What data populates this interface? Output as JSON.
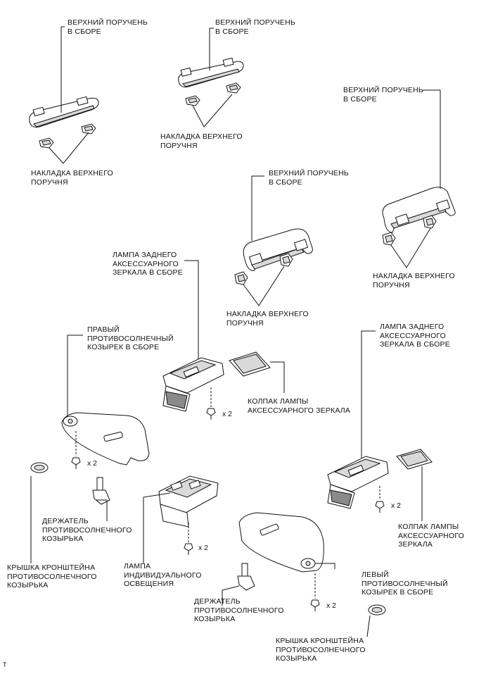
{
  "labels": {
    "grip_1": "ВЕРХНИЙ ПОРУЧЕНЬ\nВ СБОРЕ",
    "cover_1": "НАКЛАДКА ВЕРХНЕГО\nПОРУЧНЯ",
    "grip_2": "ВЕРХНИЙ ПОРУЧЕНЬ\nВ СБОРЕ",
    "cover_2": "НАКЛАДКА ВЕРХНЕГО\nПОРУЧНЯ",
    "grip_3": "ВЕРХНИЙ ПОРУЧЕНЬ\nВ СБОРЕ",
    "cover_3": "НАКЛАДКА ВЕРХНЕГО\nПОРУЧНЯ",
    "grip_4": "ВЕРХНИЙ ПОРУЧЕНЬ\nВ СБОРЕ",
    "cover_4": "НАКЛАДКА ВЕРХНЕГО\nПОРУЧНЯ",
    "mirror_lamp_1": "ЛАМПА ЗАДНЕГО\nАКСЕССУАРНОГО\nЗЕРКАЛА В СБОРЕ",
    "lamp_cover_1": "КОЛПАК ЛАМПЫ\nАКСЕССУАРНОГО ЗЕРКАЛА",
    "mirror_lamp_2": "ЛАМПА ЗАДНЕГО\nАКСЕССУАРНОГО\nЗЕРКАЛА В СБОРЕ",
    "lamp_cover_2": "КОЛПАК ЛАМПЫ\nАКСЕССУАРНОГО\nЗЕРКАЛА",
    "right_visor": "ПРАВЫЙ\nПРОТИВОСОЛНЕЧНЫЙ\nКОЗЫРЕК В СБОРЕ",
    "left_visor": "ЛЕВЫЙ\nПРОТИВОСОЛНЕЧНЫЙ\nКОЗЫРЕК В СБОРЕ",
    "visor_holder_1": "ДЕРЖАТЕЛЬ\nПРОТИВОСОЛНЕЧНОГО\nКОЗЫРЬКА",
    "visor_holder_2": "ДЕРЖАТЕЛЬ\nПРОТИВОСОЛНЕЧНОГО\nКОЗЫРЬКА",
    "bracket_cover_1": "КРЫШКА КРОНШТЕЙНА\nПРОТИВОСОЛНЕЧНОГО\nКОЗЫРЬКА",
    "bracket_cover_2": "КРЫШКА КРОНШТЕЙНА\nПРОТИВОСОЛНЕЧНОГО\nКОЗЫРЬКА",
    "personal_lamp": "ЛАМПА\nИНДИВИДУАЛЬНОГО\nОСВЕЩЕНИЯ"
  },
  "quantities": {
    "screw_mirror_1": "x 2",
    "screw_right_visor": "x 2",
    "screw_personal_lamp": "x 2",
    "screw_mirror_2": "x 2",
    "screw_left_visor": "x 2"
  },
  "footer": {
    "mark": "T"
  }
}
